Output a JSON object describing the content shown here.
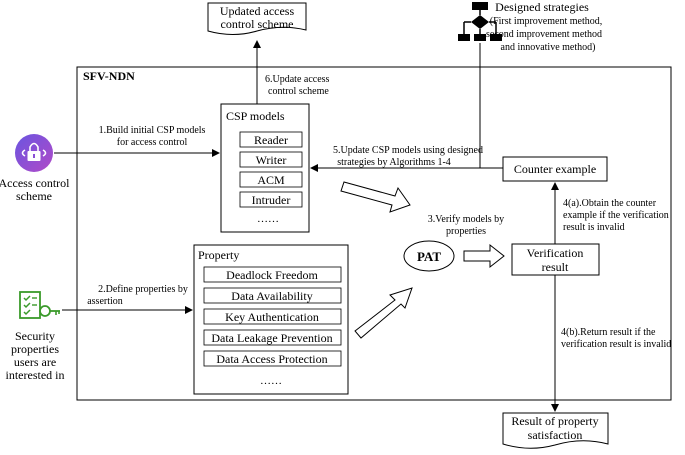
{
  "docs": {
    "updated_scheme": [
      "Updated access",
      "control scheme"
    ],
    "result": [
      "Result of property",
      "satisfaction"
    ]
  },
  "designed": {
    "title": "Designed strategies",
    "lines": [
      "(First improvement method,",
      "second improvement method",
      "and innovative method)"
    ]
  },
  "framework_label": "SFV-NDN",
  "actors": {
    "access_control": [
      "Access control",
      "scheme"
    ],
    "security": [
      "Security",
      "properties",
      "users are",
      "interested in"
    ]
  },
  "csp": {
    "title": "CSP models",
    "items": [
      "Reader",
      "Writer",
      "ACM",
      "Intruder"
    ],
    "ellipsis": "……"
  },
  "property": {
    "title": "Property",
    "items": [
      "Deadlock Freedom",
      "Data Availability",
      "Key Authentication",
      "Data Leakage Prevention",
      "Data Access Protection"
    ],
    "ellipsis": "……"
  },
  "pat": "PAT",
  "verification": [
    "Verification",
    "result"
  ],
  "counter_example": "Counter example",
  "steps": {
    "s1": [
      "1.Build initial CSP models",
      "for access control"
    ],
    "s2": [
      "2.Define properties by",
      "assertion"
    ],
    "s3": [
      "3.Verify models by",
      "properties"
    ],
    "s4a": [
      "4(a).Obtain the counter",
      "example if the verification",
      "result is invalid"
    ],
    "s4b": [
      "4(b).Return result if the",
      "verification result is invalid"
    ],
    "s5": [
      "5.Update CSP models using designed",
      "strategies by Algorithms 1-4"
    ],
    "s6": [
      "6.Update access",
      "control scheme"
    ]
  },
  "colors": {
    "lock_purple": "#8a4fd6",
    "security_green": "#3a9a2a",
    "stroke": "#000000"
  },
  "icons": [
    "lock-icon",
    "checklist-key-icon",
    "flowchart-icon"
  ]
}
